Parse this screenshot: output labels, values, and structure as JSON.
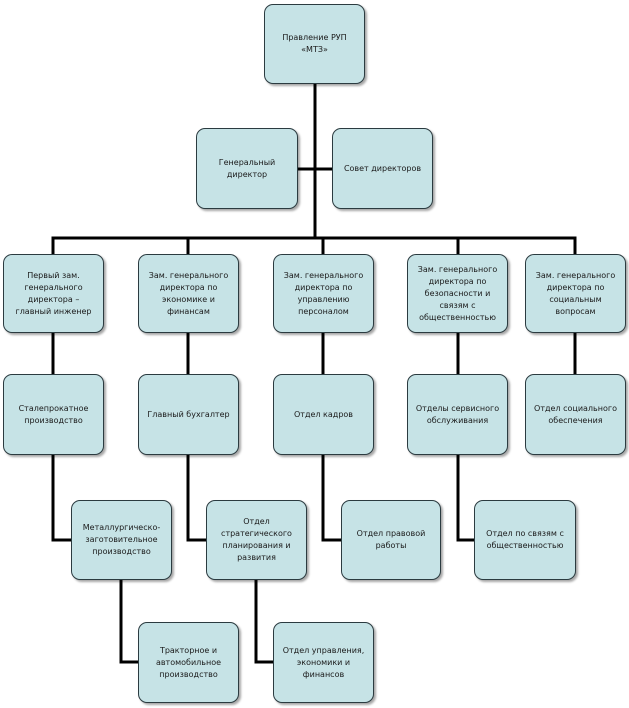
{
  "colors": {
    "box_fill": "#c6e3e6",
    "box_border": "#2b3b40",
    "connector": "#000000"
  },
  "nodes": {
    "board": "Правление РУП «МТЗ»",
    "general_director": "Генеральный директор",
    "board_of_directors": "Совет директоров",
    "first_deputy": "Первый зам. генерального директора – главный инженер",
    "deputy_economics": "Зам. генерального директора по экономике и финансам",
    "deputy_personnel": "Зам. генерального директора по управлению персоналом",
    "deputy_security": "Зам. генерального директора по безопасности и связям с общественностью",
    "deputy_social": "Зам. генерального директора по социальным вопросам",
    "rolling_production": "Сталепрокатное производство",
    "chief_accountant": "Главный бухгалтер",
    "hr_department": "Отдел кадров",
    "service_departments": "Отделы сервисного обслуживания",
    "social_department": "Отдел социального обеспечения",
    "metallurgical_production": "Металлургическо-заготовительное производство",
    "strategic_planning": "Отдел стратегического планирования и развития",
    "legal_department": "Отдел правовой работы",
    "pr_department": "Отдел по связям с общественностью",
    "tractor_production": "Тракторное и автомобильное производство",
    "management_department": "Отдел управления, экономики и финансов"
  }
}
